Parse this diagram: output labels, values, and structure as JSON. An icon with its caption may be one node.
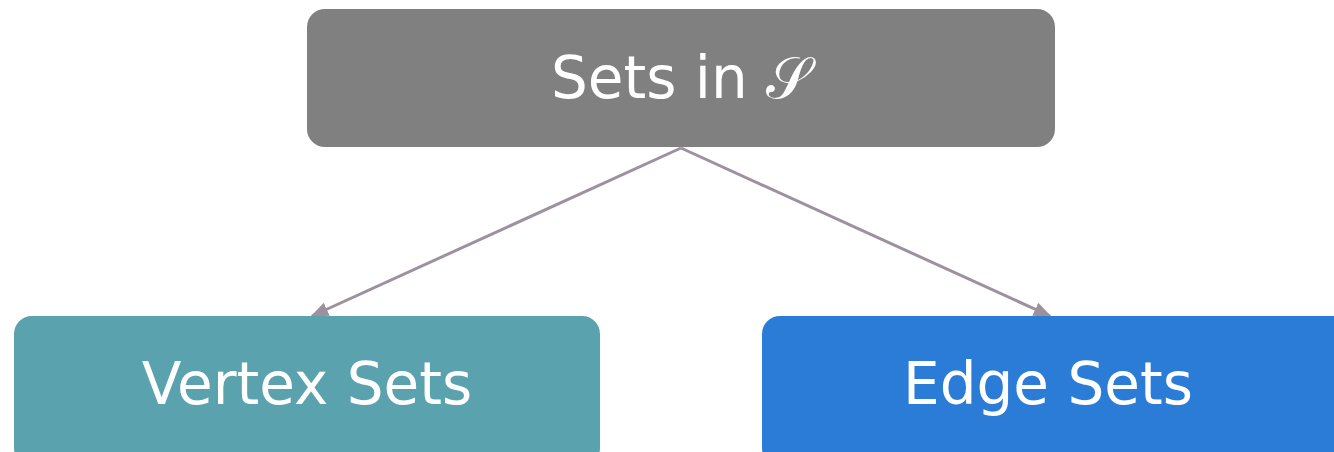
{
  "diagram": {
    "nodes": [
      {
        "text": [
          "Sets in 𝒮"
        ]
      },
      {
        "text": [
          "Vertex Sets"
        ]
      },
      {
        "text": [
          "Edge Sets"
        ]
      }
    ],
    "edges": [
      {
        "from": 0,
        "to": 1,
        "arrow": "to"
      },
      {
        "from": 0,
        "to": 2,
        "arrow": "to"
      }
    ]
  }
}
